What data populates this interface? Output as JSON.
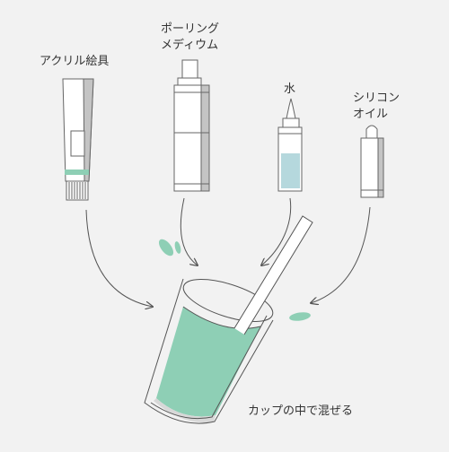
{
  "labels": {
    "acrylic": "アクリル絵具",
    "pouring_line1": "ポーリング",
    "pouring_line2": "メディウム",
    "water": "水",
    "silicone_line1": "シリコン",
    "silicone_line2": "オイル",
    "mix": "カップの中で混ぜる"
  },
  "colors": {
    "background": "#f2f2f2",
    "line": "#555555",
    "paint_green": "#8ecfb5",
    "water_blue": "#b5d8dd",
    "body_white": "#ffffff",
    "shade_grey": "#bdbdbd"
  }
}
